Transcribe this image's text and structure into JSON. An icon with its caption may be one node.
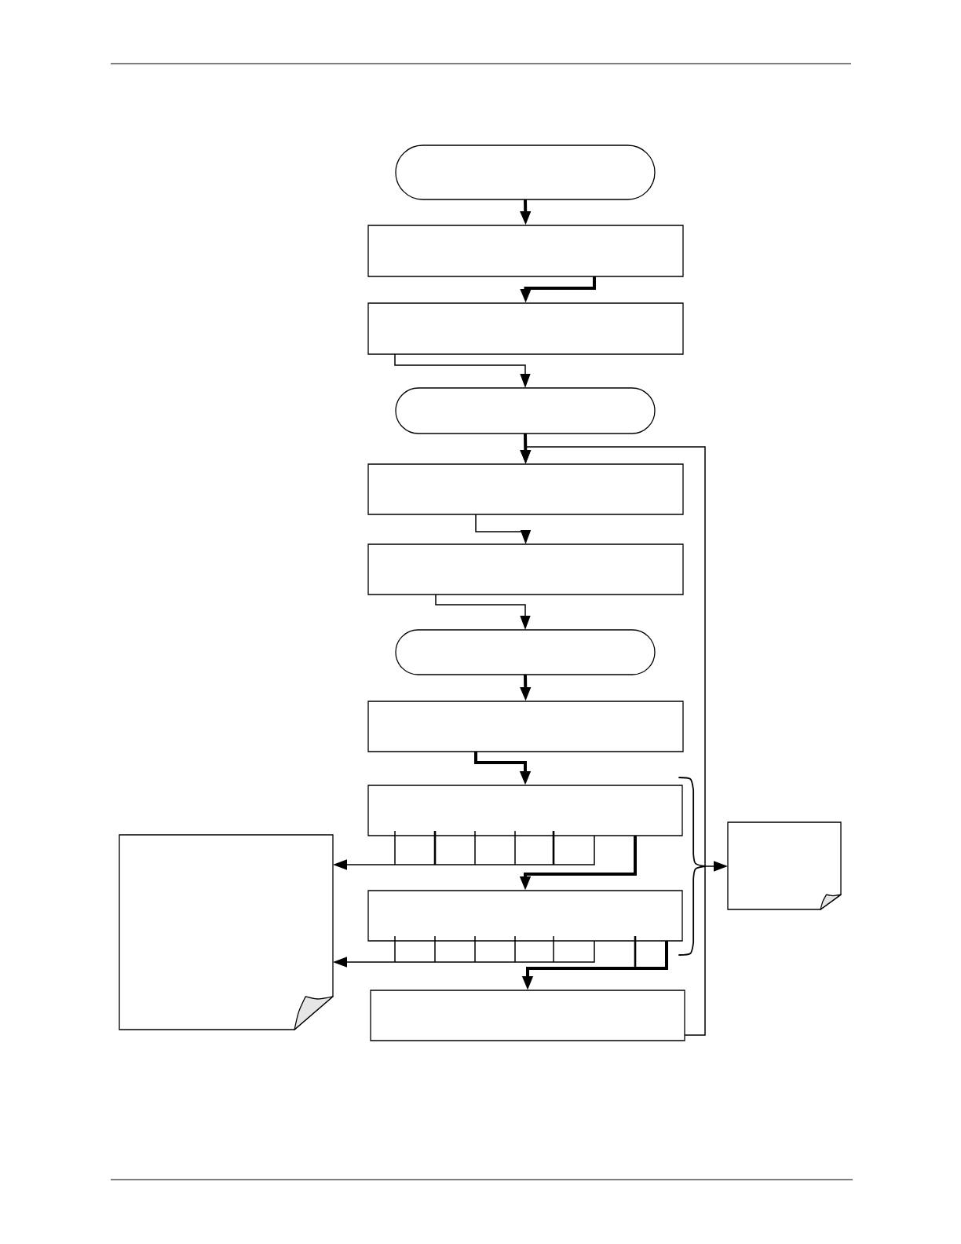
{
  "diagram": {
    "nodes": [
      {
        "text": [],
        "shape": "oval"
      },
      {
        "text": [],
        "shape": "box"
      },
      {
        "text": [],
        "shape": "box"
      },
      {
        "text": [],
        "shape": "oval"
      },
      {
        "text": [],
        "shape": "box"
      },
      {
        "text": [],
        "shape": "box"
      },
      {
        "text": [],
        "shape": "oval"
      },
      {
        "text": [],
        "shape": "box"
      },
      {
        "text": [],
        "shape": "box"
      },
      {
        "text": [],
        "shape": "box"
      },
      {
        "text": [],
        "shape": "box"
      },
      {
        "text": [],
        "shape": "note"
      },
      {
        "text": [],
        "shape": "note"
      },
      {
        "text": [],
        "shape": "brace"
      }
    ],
    "edges": [
      {
        "from": 0,
        "to": 1,
        "arrow": "to",
        "style": "thick"
      },
      {
        "from": 1,
        "to": 2,
        "arrow": "to",
        "style": "thick"
      },
      {
        "from": 2,
        "to": 3,
        "arrow": "to"
      },
      {
        "from": 3,
        "to": 4,
        "arrow": "to",
        "style": "thick"
      },
      {
        "from": 4,
        "to": 5,
        "arrow": "to"
      },
      {
        "from": 5,
        "to": 6,
        "arrow": "to"
      },
      {
        "from": 6,
        "to": 7,
        "arrow": "to",
        "style": "thick"
      },
      {
        "from": 7,
        "to": 8,
        "arrow": "to",
        "style": "thick"
      },
      {
        "from": 8,
        "to": 9,
        "arrow": "to",
        "style": "thick"
      },
      {
        "from": 9,
        "to": 10,
        "arrow": "to",
        "style": "thick"
      },
      {
        "from": 10,
        "to": 4,
        "arrow": "to"
      },
      {
        "from": 8,
        "to": 11,
        "arrow": "to"
      },
      {
        "from": 9,
        "to": 11,
        "arrow": "to"
      },
      {
        "from": 13,
        "to": 12,
        "arrow": "to"
      }
    ]
  }
}
